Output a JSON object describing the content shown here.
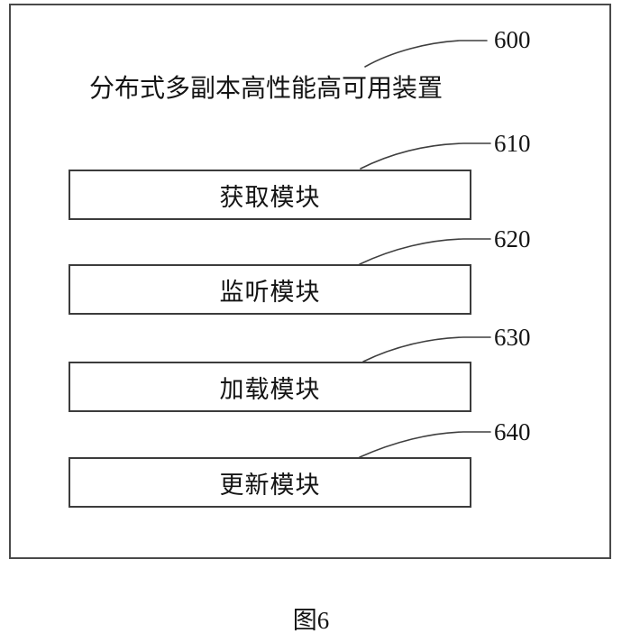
{
  "figure": {
    "title": {
      "text": "分布式多副本高性能高可用装置",
      "ref": "600"
    },
    "modules": [
      {
        "label": "获取模块",
        "ref": "610"
      },
      {
        "label": "监听模块",
        "ref": "620"
      },
      {
        "label": "加载模块",
        "ref": "630"
      },
      {
        "label": "更新模块",
        "ref": "640"
      }
    ],
    "caption": "图6",
    "colors": {
      "background": "#ffffff",
      "border": "#4a4a4a",
      "box_border": "#3c3c3c",
      "line": "#3f3f3f",
      "text": "#141414"
    }
  }
}
